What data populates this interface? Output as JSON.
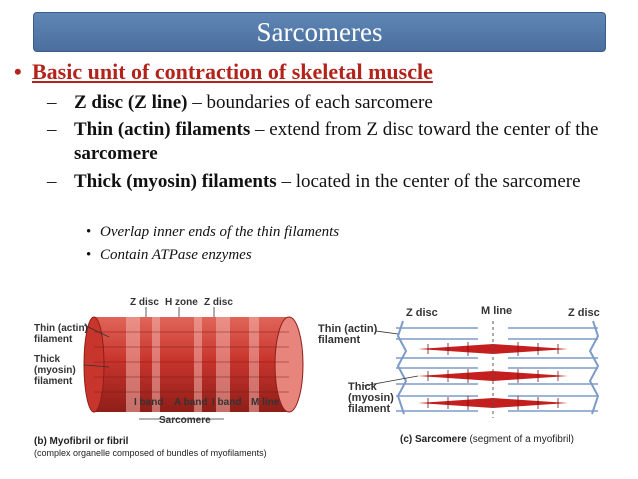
{
  "title": "Sarcomeres",
  "main_bullet": "Basic unit of contraction of skeletal muscle",
  "bullets": [
    {
      "bold": "Z disc (Z line)",
      "rest": " – boundaries of each sarcomere",
      "rest2": ""
    },
    {
      "bold": "Thin (actin) filaments",
      "rest": " – extend from Z disc toward the center of the ",
      "rest2": "sarcomere"
    },
    {
      "bold": "Thick (myosin) filaments",
      "rest": " – located in the center of the sarcomere",
      "rest2": ""
    }
  ],
  "sub_bullets": [
    "Overlap inner ends of the thin filaments",
    "Contain ATPase enzymes"
  ],
  "fig_b": {
    "labels": {
      "thin": "Thin (actin)\nfilament",
      "thick": "Thick\n(myosin)\nfilament",
      "zdisc1": "Z disc",
      "hzone": "H zone",
      "zdisc2": "Z disc",
      "iband1": "I band",
      "aband": "A band",
      "iband2": "I band",
      "mline": "M line",
      "sarcomere": "Sarcomere"
    },
    "caption_bold": "(b) Myofibril or fibril",
    "caption_rest": "(complex organelle composed of bundles of myofilaments)"
  },
  "fig_c": {
    "labels": {
      "zdisc_left": "Z disc",
      "mline": "M line",
      "zdisc_right": "Z disc",
      "thin": "Thin (actin)\nfilament",
      "thick": "Thick\n(myosin)\nfilament"
    },
    "caption_bold": "(c) Sarcomere",
    "caption_rest": " (segment of a myofibril)"
  },
  "colors": {
    "title_bg": "#4f77a8",
    "accent_red": "#b3231b",
    "muscle_red": "#c8352d",
    "actin_blue": "#7d9bc9",
    "myosin_red": "#c41e1e"
  }
}
